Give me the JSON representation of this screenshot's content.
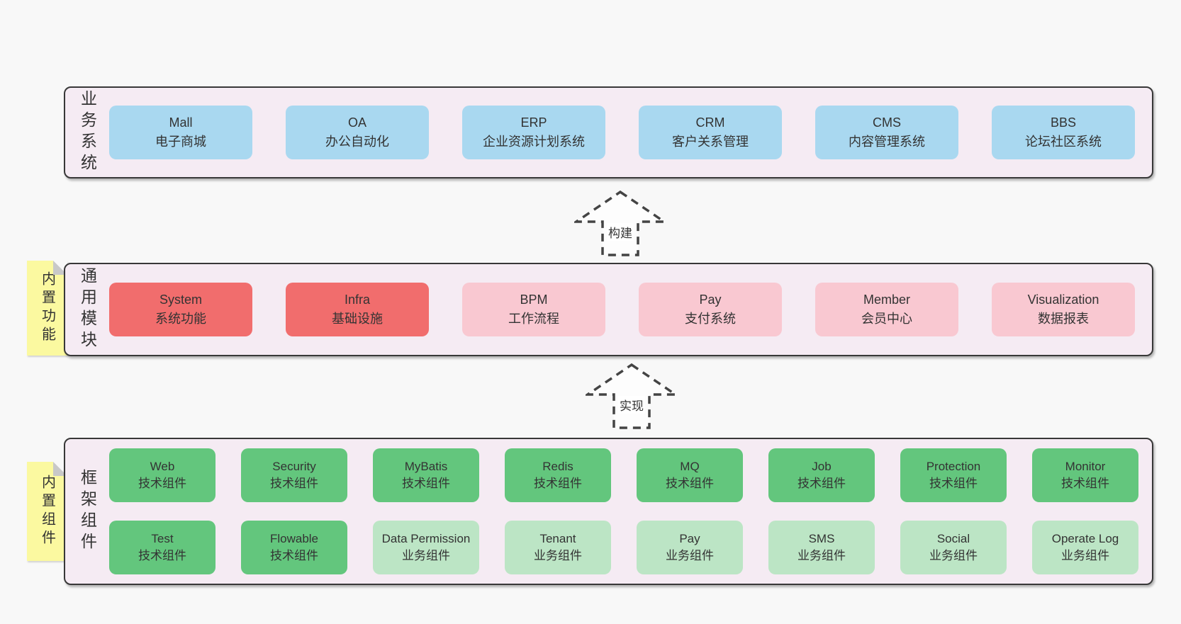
{
  "colors": {
    "pageBg": "#f8f8f8",
    "containerBg": "#f5ebf3",
    "border": "#383838",
    "blue": "#a9d8f0",
    "red": "#f16d6d",
    "pink": "#f9c8d1",
    "greenDark": "#63c67d",
    "greenLight": "#bce5c5",
    "stickyBg": "#fbf9a0",
    "stickyFold": "#c8c8c8",
    "text": "#333333",
    "arrowStroke": "#444444"
  },
  "arrows": [
    {
      "label": "构建"
    },
    {
      "label": "实现"
    }
  ],
  "sections": {
    "business": {
      "label": "业务系统",
      "items": [
        {
          "title": "Mall",
          "subtitle": "电子商城",
          "variant": "blue"
        },
        {
          "title": "OA",
          "subtitle": "办公自动化",
          "variant": "blue"
        },
        {
          "title": "ERP",
          "subtitle": "企业资源计划系统",
          "variant": "blue"
        },
        {
          "title": "CRM",
          "subtitle": "客户关系管理",
          "variant": "blue"
        },
        {
          "title": "CMS",
          "subtitle": "内容管理系统",
          "variant": "blue"
        },
        {
          "title": "BBS",
          "subtitle": "论坛社区系统",
          "variant": "blue"
        }
      ]
    },
    "modules": {
      "label": "通用模块",
      "sticky": "内置功能",
      "items": [
        {
          "title": "System",
          "subtitle": "系统功能",
          "variant": "red"
        },
        {
          "title": "Infra",
          "subtitle": "基础设施",
          "variant": "red"
        },
        {
          "title": "BPM",
          "subtitle": "工作流程",
          "variant": "pink"
        },
        {
          "title": "Pay",
          "subtitle": "支付系统",
          "variant": "pink"
        },
        {
          "title": "Member",
          "subtitle": "会员中心",
          "variant": "pink"
        },
        {
          "title": "Visualization",
          "subtitle": "数据报表",
          "variant": "pink"
        }
      ]
    },
    "components": {
      "label": "框架组件",
      "sticky": "内置组件",
      "row1": [
        {
          "title": "Web",
          "subtitle": "技术组件",
          "variant": "greenDark"
        },
        {
          "title": "Security",
          "subtitle": "技术组件",
          "variant": "greenDark"
        },
        {
          "title": "MyBatis",
          "subtitle": "技术组件",
          "variant": "greenDark"
        },
        {
          "title": "Redis",
          "subtitle": "技术组件",
          "variant": "greenDark"
        },
        {
          "title": "MQ",
          "subtitle": "技术组件",
          "variant": "greenDark"
        },
        {
          "title": "Job",
          "subtitle": "技术组件",
          "variant": "greenDark"
        },
        {
          "title": "Protection",
          "subtitle": "技术组件",
          "variant": "greenDark"
        },
        {
          "title": "Monitor",
          "subtitle": "技术组件",
          "variant": "greenDark"
        }
      ],
      "row2": [
        {
          "title": "Test",
          "subtitle": "技术组件",
          "variant": "greenDark"
        },
        {
          "title": "Flowable",
          "subtitle": "技术组件",
          "variant": "greenDark"
        },
        {
          "title": "Data Permission",
          "subtitle": "业务组件",
          "variant": "greenLight"
        },
        {
          "title": "Tenant",
          "subtitle": "业务组件",
          "variant": "greenLight"
        },
        {
          "title": "Pay",
          "subtitle": "业务组件",
          "variant": "greenLight"
        },
        {
          "title": "SMS",
          "subtitle": "业务组件",
          "variant": "greenLight"
        },
        {
          "title": "Social",
          "subtitle": "业务组件",
          "variant": "greenLight"
        },
        {
          "title": "Operate Log",
          "subtitle": "业务组件",
          "variant": "greenLight"
        }
      ]
    }
  }
}
